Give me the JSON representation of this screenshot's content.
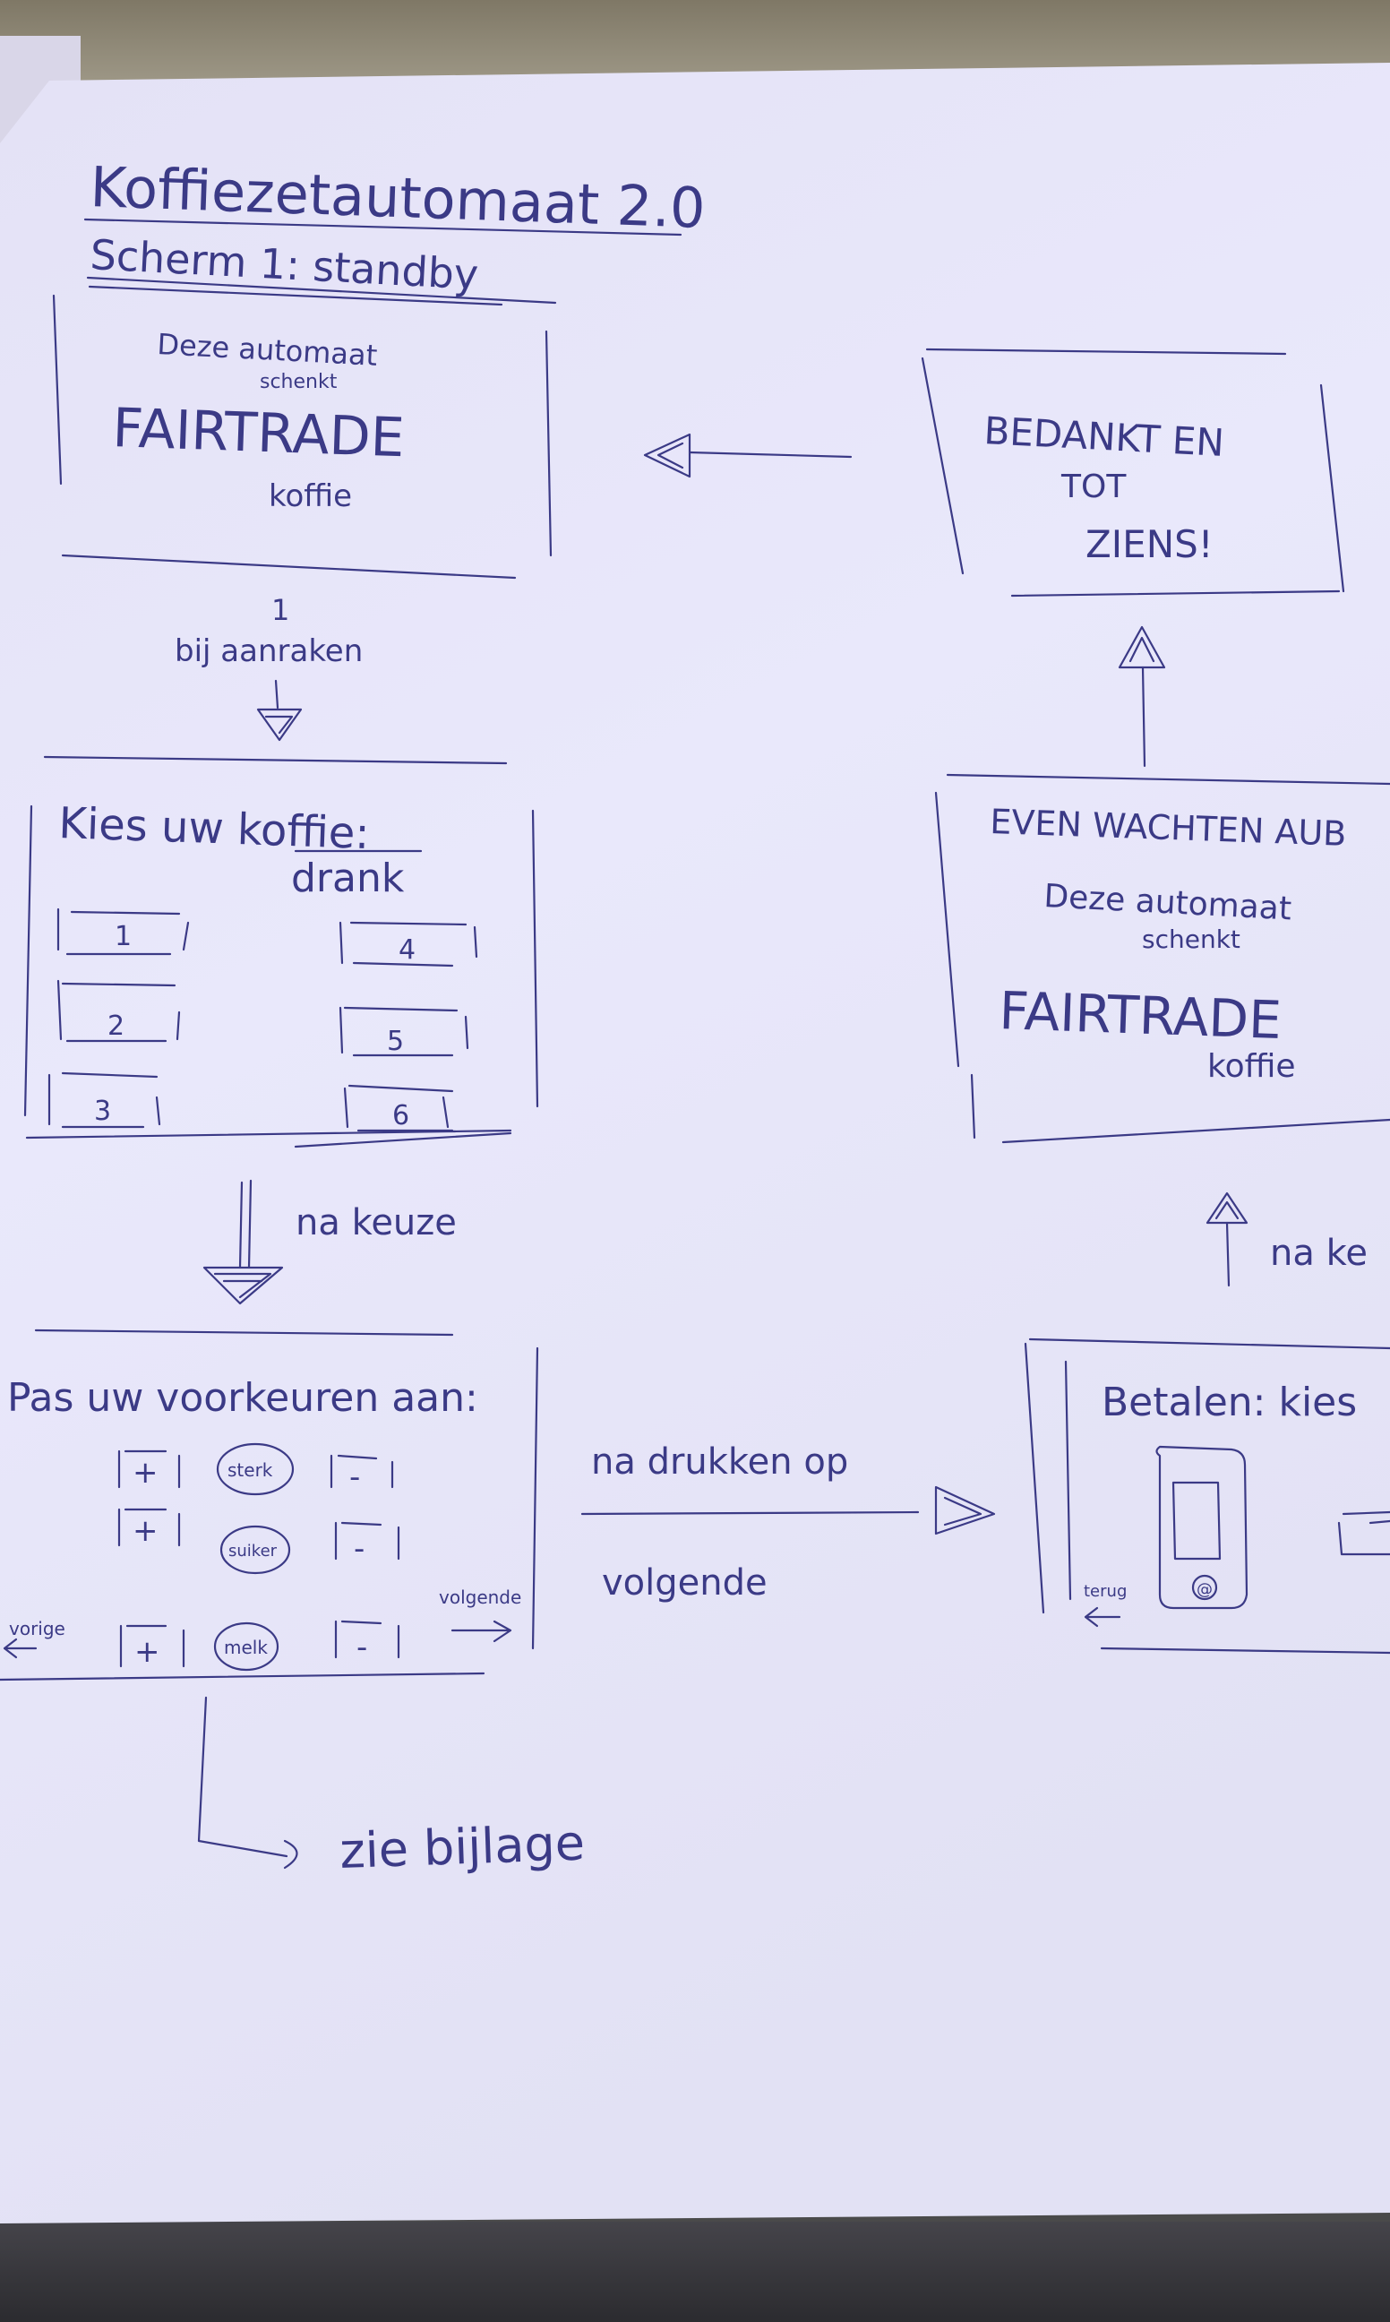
{
  "title": "Koffiezetautomaat 2.0",
  "screen1": {
    "label": "Scherm 1: standby",
    "line1": "Deze automaat",
    "line2": "schenkt",
    "big": "FAIRTRADE",
    "line3": "koffie"
  },
  "arrow_touch": {
    "num": "1",
    "text": "bij aanraken"
  },
  "screen2": {
    "title_a": "Kies uw koffie:",
    "title_b": "drank",
    "buttons": [
      "1",
      "2",
      "3",
      "4",
      "5",
      "6"
    ]
  },
  "arrow_choice": {
    "text": "na keuze"
  },
  "screen3": {
    "title": "Pas uw voorkeuren aan:",
    "rows": [
      {
        "plus": "+",
        "circle": "sterk",
        "minus": "-"
      },
      {
        "plus": "+",
        "circle": "suiker",
        "minus": "-"
      },
      {
        "plus": "+",
        "circle": "melk",
        "minus": "-"
      }
    ],
    "back": "vorige",
    "next": "volgende"
  },
  "arrow_next": {
    "line1": "na drukken op",
    "line2": "volgende"
  },
  "screen4": {
    "title": "Betalen: kies",
    "card_symbol": "@",
    "back": "terug"
  },
  "arrow_after": {
    "text": "na ke"
  },
  "screen5": {
    "title": "EVEN WACHTEN AUB",
    "line1": "Deze automaat",
    "line2": "schenkt",
    "big": "FAIRTRADE",
    "line3": "koffie"
  },
  "screen6": {
    "line1": "BEDANKT EN",
    "line2": "TOT",
    "line3": "ZIENS!"
  },
  "footnote": "zie bijlage"
}
